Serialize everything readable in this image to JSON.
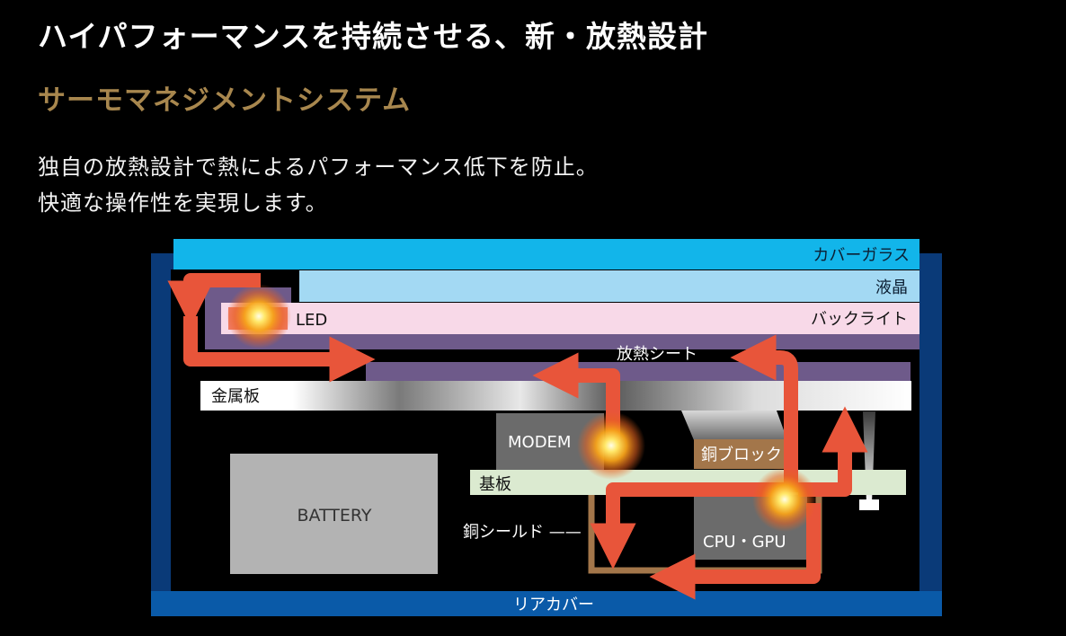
{
  "header": {
    "title": "ハイパフォーマンスを持続させる、新・放熱設計",
    "subtitle": "サーモマネジメントシステム",
    "description": [
      "独自の放熱設計で熱によるパフォーマンス低下を防止。",
      "快適な操作性を実現します。"
    ]
  },
  "diagram": {
    "labels": {
      "cover_glass": "カバーガラス",
      "lcd": "液晶",
      "led": "LED",
      "backlight": "バックライト",
      "heat_sheet": "放熱シート",
      "metal_plate": "金属板",
      "modem": "MODEM",
      "copper_block": "銅ブロック",
      "board": "基板",
      "battery": "BATTERY",
      "copper_shield": "銅シールド ——",
      "cpu_gpu": "CPU・GPU",
      "rear_cover": "リアカバー"
    },
    "colors": {
      "frame": "#0a3a78",
      "cover_glass": "#12b5ea",
      "lcd": "#a3d9f3",
      "backlight": "#f8d9e8",
      "purple": "#6e5a8a",
      "metal": "#ffffff",
      "modem": "#6b6b6b",
      "copper": "#a3764a",
      "board": "#dbead0",
      "battery": "#b3b3b3",
      "cpu": "#6b6b6b",
      "rear_cover": "#0a5aa8",
      "arrow": "#e8553a",
      "title_gold": "#a8874e"
    }
  }
}
